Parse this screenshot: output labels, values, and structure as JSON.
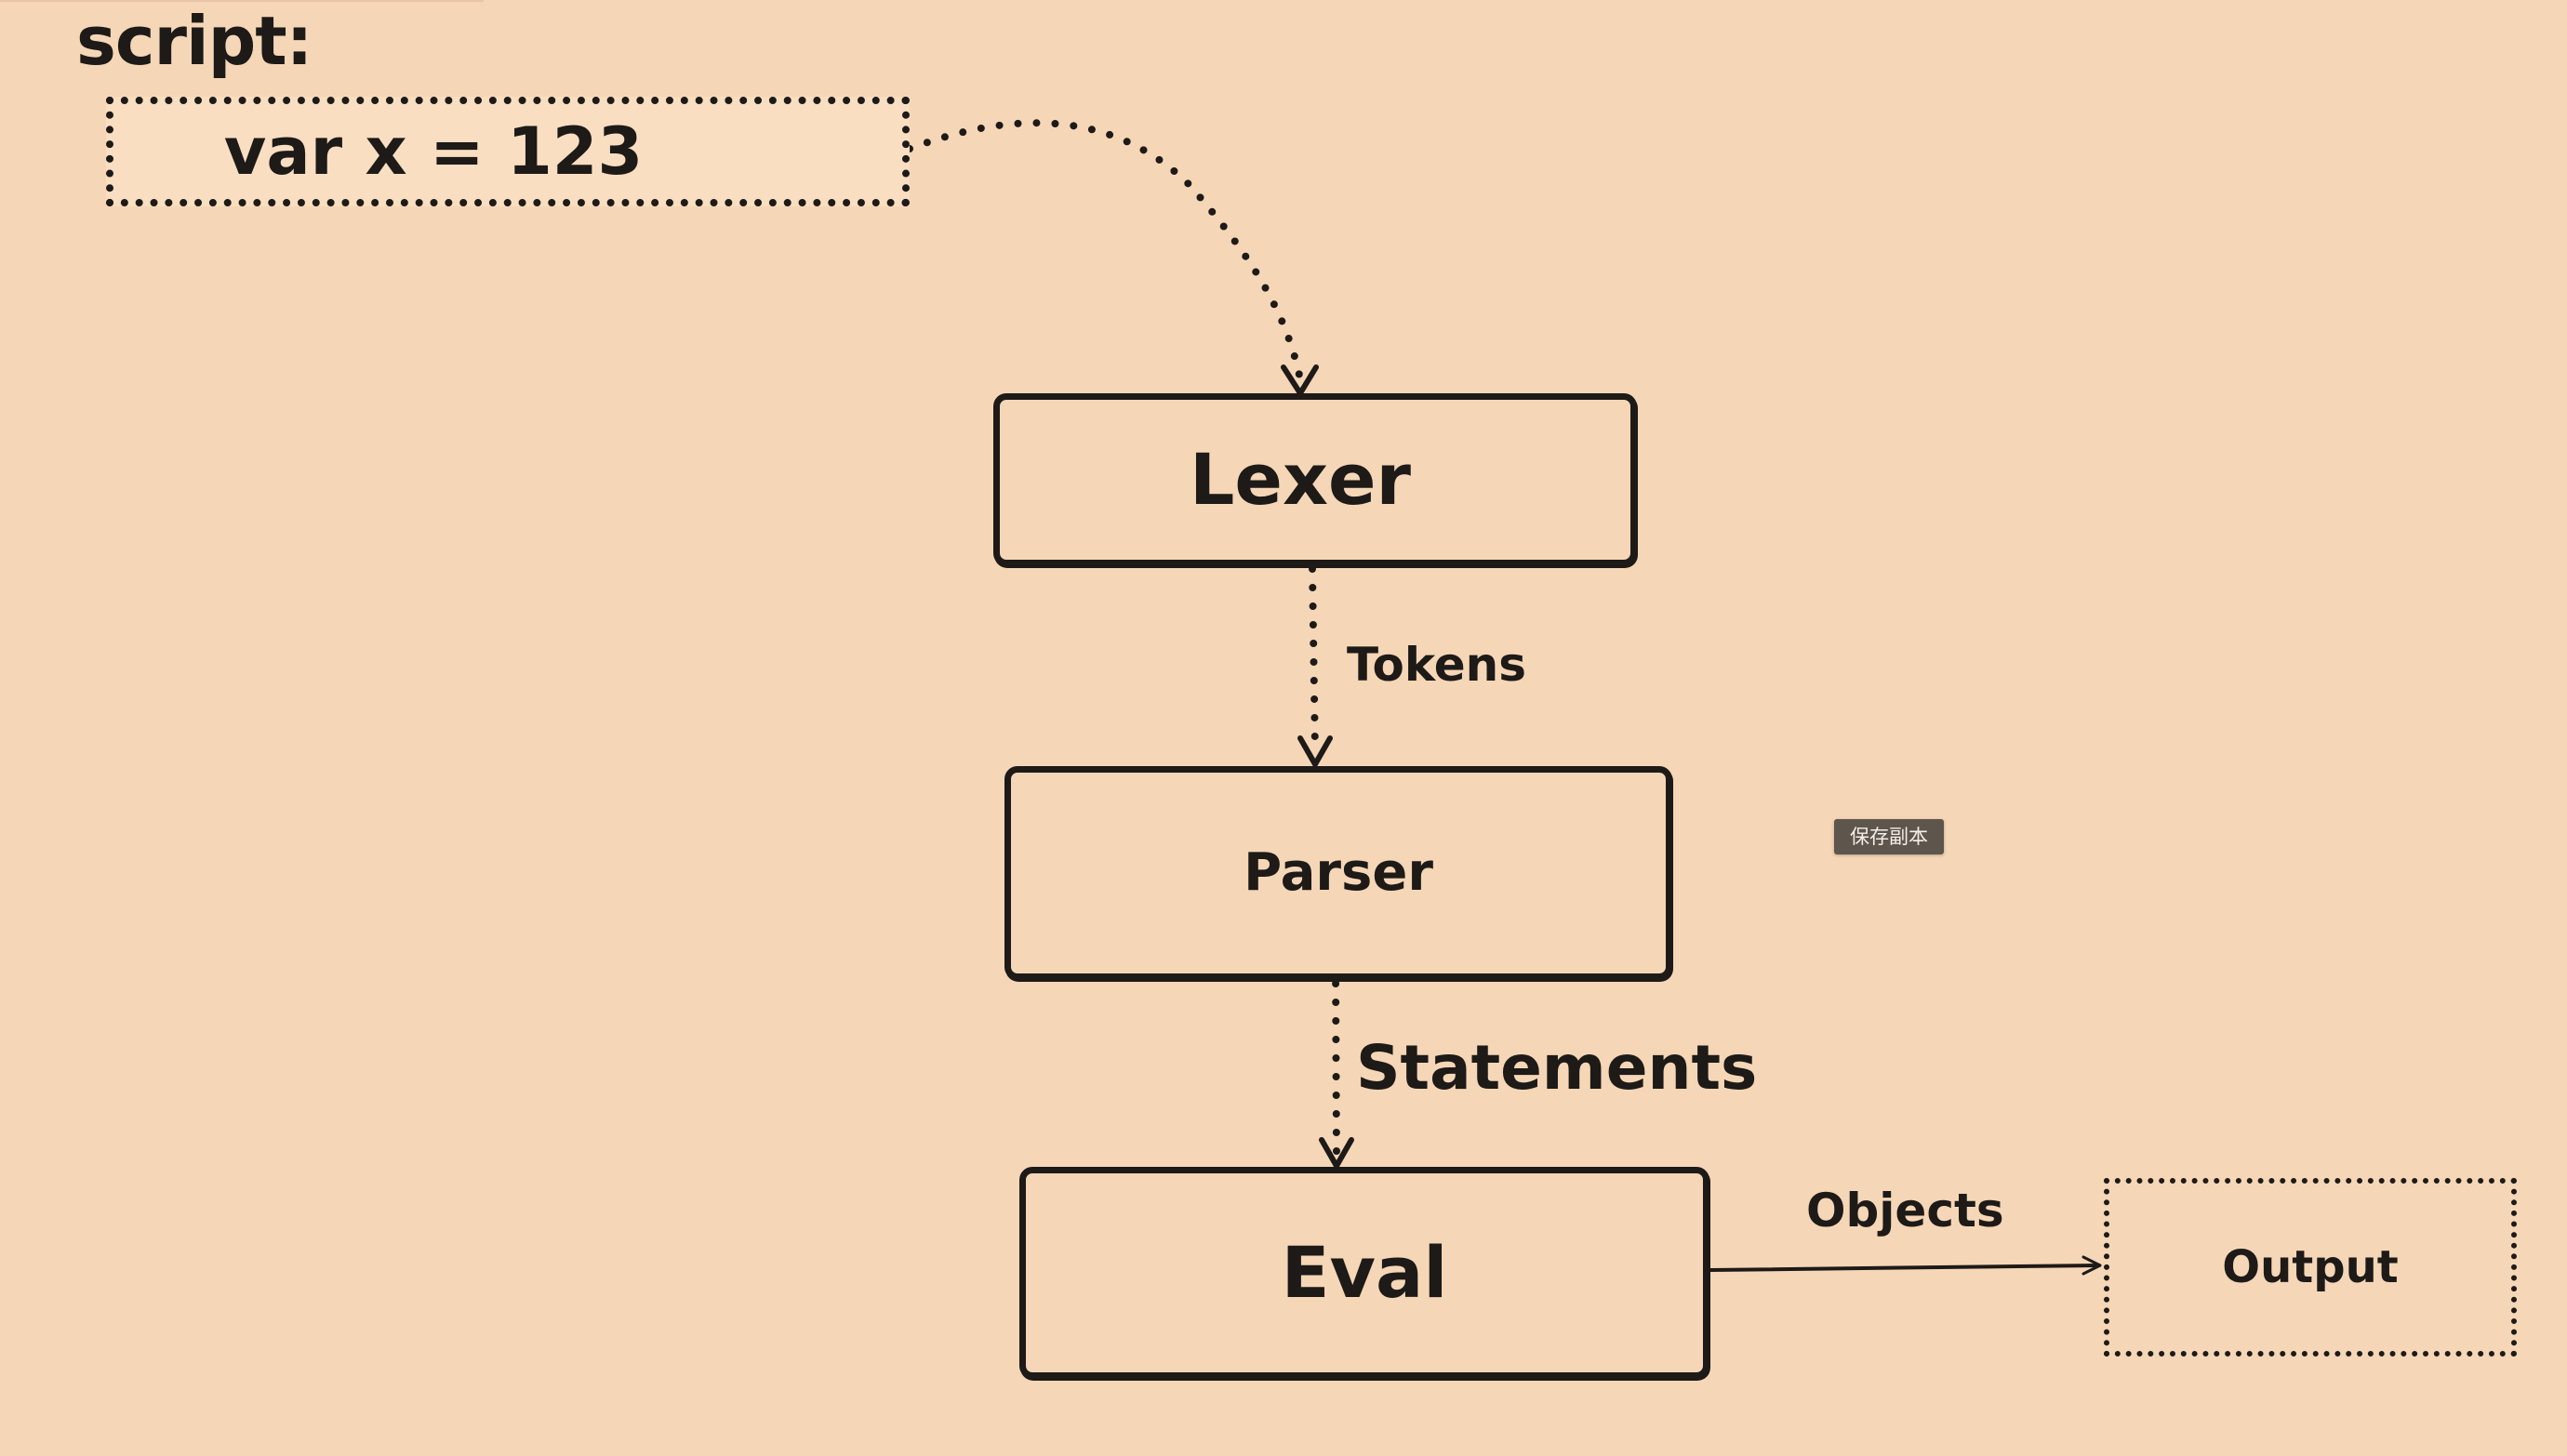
{
  "script": {
    "label": "script:",
    "code": "var x = 123"
  },
  "stages": {
    "lexer": "Lexer",
    "parser": "Parser",
    "eval": "Eval"
  },
  "edges": {
    "tokens": "Tokens",
    "statements": "Statements",
    "objects": "Objects"
  },
  "output": {
    "label": "Output"
  },
  "tooltip": {
    "label": "保存副本"
  },
  "colors": {
    "background": "#f5d6b6",
    "ink": "#1d1a18",
    "script_box_fill": "#f9dec1",
    "tooltip_bg": "#5e554d"
  }
}
